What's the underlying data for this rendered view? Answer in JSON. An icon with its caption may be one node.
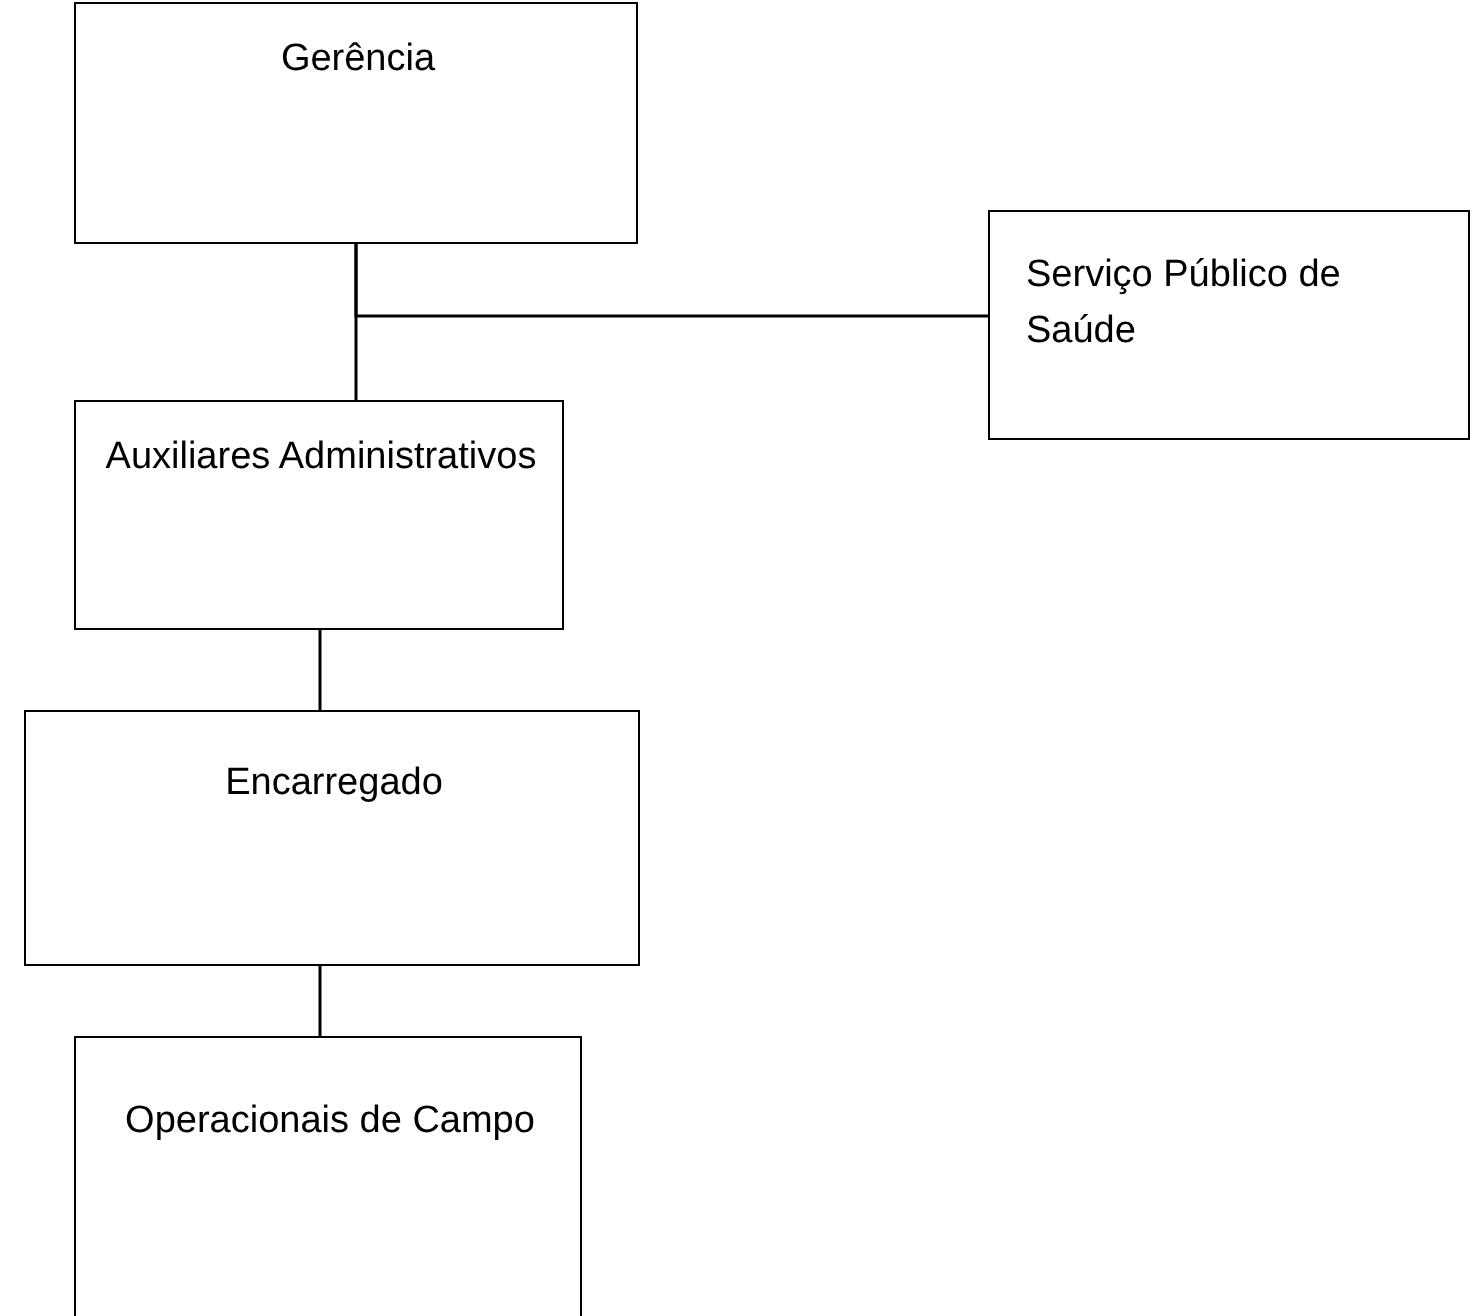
{
  "diagram": {
    "nodes": [
      {
        "text": [
          "Gerência"
        ]
      },
      {
        "text": [
          "Serviço Público de Saúde"
        ]
      },
      {
        "text": [
          "Auxiliares Administrativos"
        ]
      },
      {
        "text": [
          "Encarregado"
        ]
      },
      {
        "text": [
          "Operacionais de Campo"
        ]
      }
    ],
    "edges": [
      {
        "from": 0,
        "to": 2,
        "arrow": "none"
      },
      {
        "from": 0,
        "to": 1,
        "arrow": "none"
      },
      {
        "from": 2,
        "to": 3,
        "arrow": "none"
      },
      {
        "from": 3,
        "to": 4,
        "arrow": "none"
      }
    ]
  }
}
